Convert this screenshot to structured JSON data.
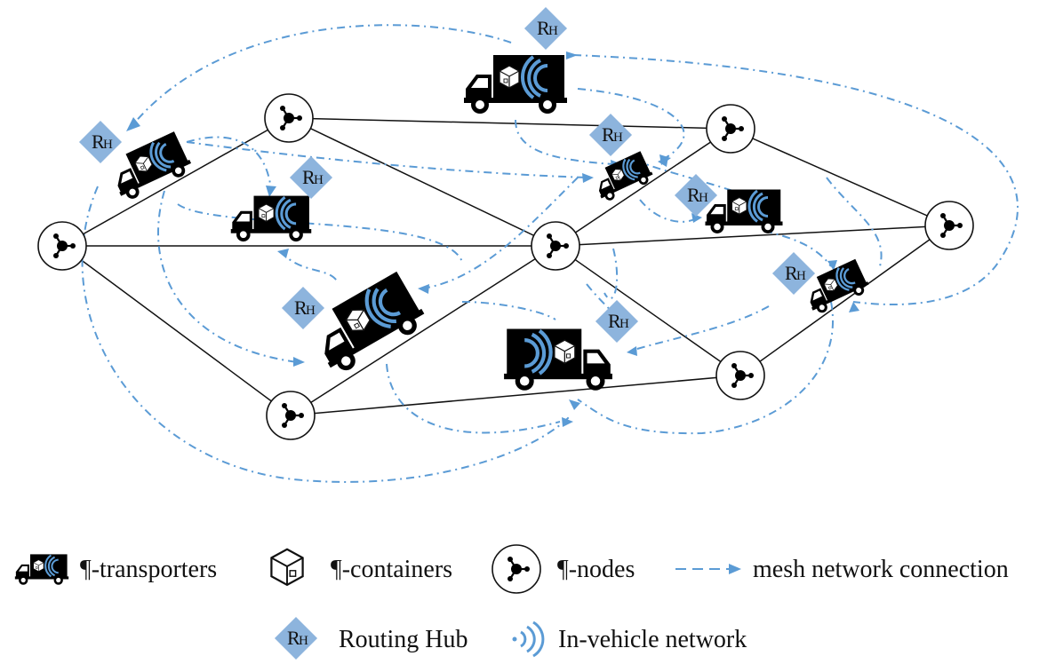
{
  "colors": {
    "mesh_line": "#5b9bd5",
    "hub_fill": "#8db4dd",
    "truck": "#000000",
    "wifi": "#5b9bd5",
    "edge": "#111111"
  },
  "hub_label": {
    "main": "R",
    "sub": "H"
  },
  "legend": {
    "transporters": "¶-transporters",
    "containers": "¶-containers",
    "nodes": "¶-nodes",
    "mesh": "mesh network connection",
    "routing_hub": "Routing Hub",
    "in_vehicle": "In-vehicle network"
  },
  "icons": {
    "truck": "truck-icon",
    "container": "container-box-icon",
    "node": "network-node-icon",
    "hub": "routing-hub-diamond-icon",
    "wifi": "wifi-signal-icon"
  }
}
